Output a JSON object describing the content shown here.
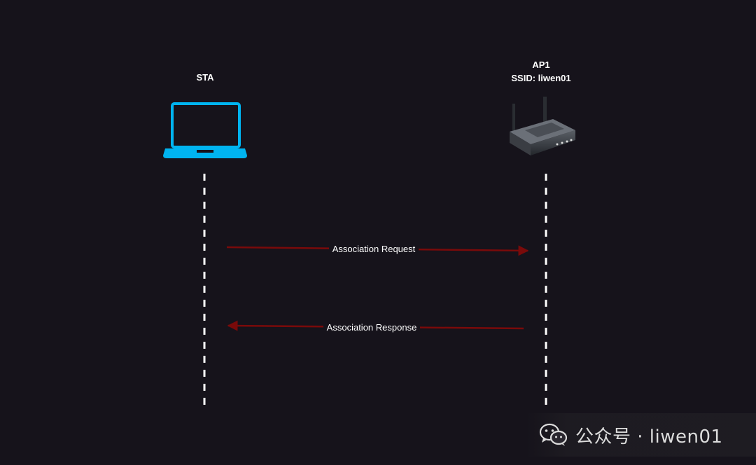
{
  "nodes": {
    "sta": {
      "label": "STA",
      "icon": "laptop-icon",
      "color": "#00b4f0"
    },
    "ap": {
      "name": "AP1",
      "ssid": "SSID:  liwen01",
      "icon": "wireless-router-icon"
    }
  },
  "messages": [
    {
      "label": "Association Request",
      "direction": "sta-to-ap"
    },
    {
      "label": "Association Response",
      "direction": "ap-to-sta"
    }
  ],
  "colors": {
    "background": "#16131b",
    "arrow": "#7a0a0a",
    "lifeline": "#ffffff"
  },
  "watermark": {
    "icon": "wechat-icon",
    "text": "公众号 · liwen01"
  }
}
